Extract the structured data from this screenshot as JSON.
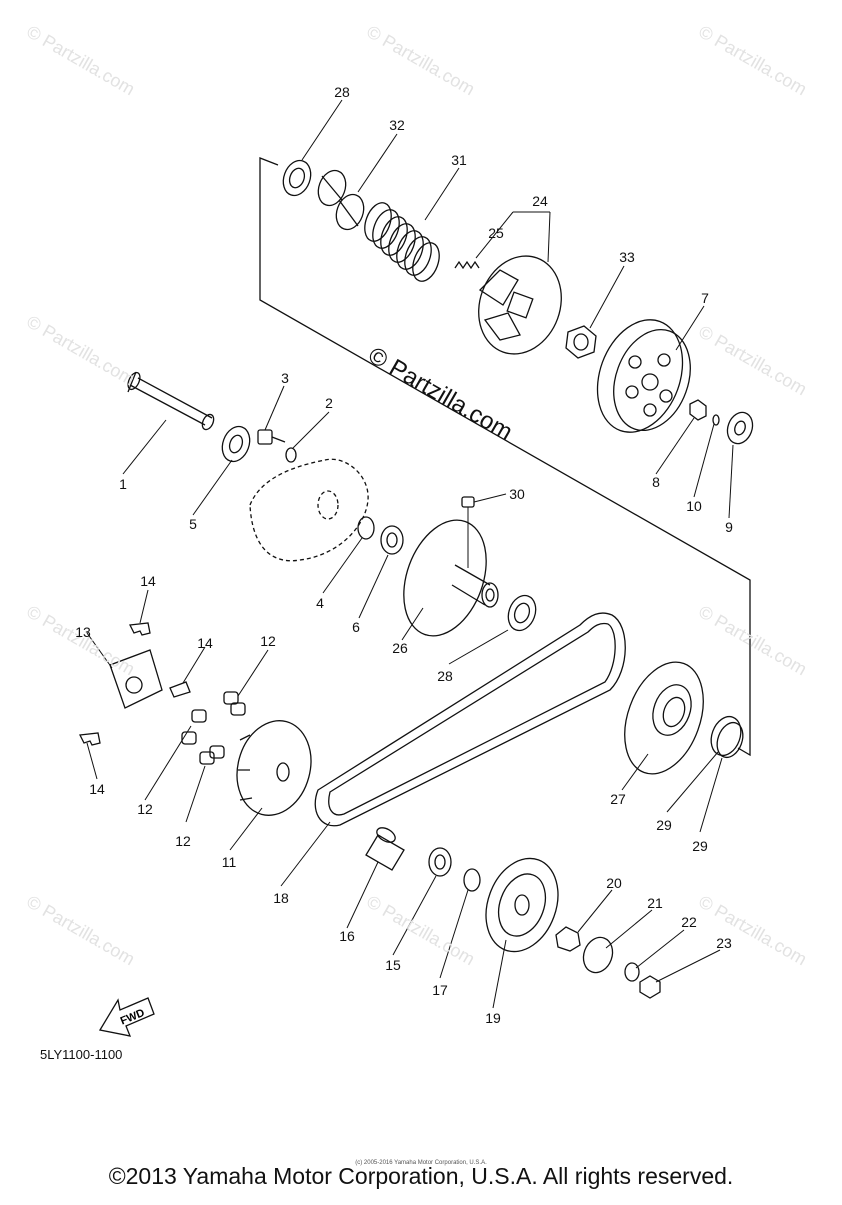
{
  "watermark": "© Partzilla.com",
  "diagram_code": "5LY1100-1100",
  "copyright": "©2013 Yamaha Motor Corporation, U.S.A. All rights reserved.",
  "fineprint": "(c) 2005-2016 Yamaha Motor Corporation, U.S.A.",
  "fwd_label": "FWD",
  "callouts": [
    {
      "id": "c28a",
      "label": "28"
    },
    {
      "id": "c32",
      "label": "32"
    },
    {
      "id": "c31",
      "label": "31"
    },
    {
      "id": "c24",
      "label": "24"
    },
    {
      "id": "c25",
      "label": "25"
    },
    {
      "id": "c33",
      "label": "33"
    },
    {
      "id": "c7",
      "label": "7"
    },
    {
      "id": "c3",
      "label": "3"
    },
    {
      "id": "c2",
      "label": "2"
    },
    {
      "id": "c1",
      "label": "1"
    },
    {
      "id": "c5",
      "label": "5"
    },
    {
      "id": "c8",
      "label": "8"
    },
    {
      "id": "c10",
      "label": "10"
    },
    {
      "id": "c9",
      "label": "9"
    },
    {
      "id": "c30",
      "label": "30"
    },
    {
      "id": "c4",
      "label": "4"
    },
    {
      "id": "c6",
      "label": "6"
    },
    {
      "id": "c26",
      "label": "26"
    },
    {
      "id": "c28b",
      "label": "28"
    },
    {
      "id": "c14a",
      "label": "14"
    },
    {
      "id": "c13",
      "label": "13"
    },
    {
      "id": "c14b",
      "label": "14"
    },
    {
      "id": "c12a",
      "label": "12"
    },
    {
      "id": "c14c",
      "label": "14"
    },
    {
      "id": "c12b",
      "label": "12"
    },
    {
      "id": "c12c",
      "label": "12"
    },
    {
      "id": "c11",
      "label": "11"
    },
    {
      "id": "c18",
      "label": "18"
    },
    {
      "id": "c27",
      "label": "27"
    },
    {
      "id": "c29a",
      "label": "29"
    },
    {
      "id": "c29b",
      "label": "29"
    },
    {
      "id": "c16",
      "label": "16"
    },
    {
      "id": "c15",
      "label": "15"
    },
    {
      "id": "c17",
      "label": "17"
    },
    {
      "id": "c19",
      "label": "19"
    },
    {
      "id": "c20",
      "label": "20"
    },
    {
      "id": "c21",
      "label": "21"
    },
    {
      "id": "c22",
      "label": "22"
    },
    {
      "id": "c23",
      "label": "23"
    }
  ]
}
